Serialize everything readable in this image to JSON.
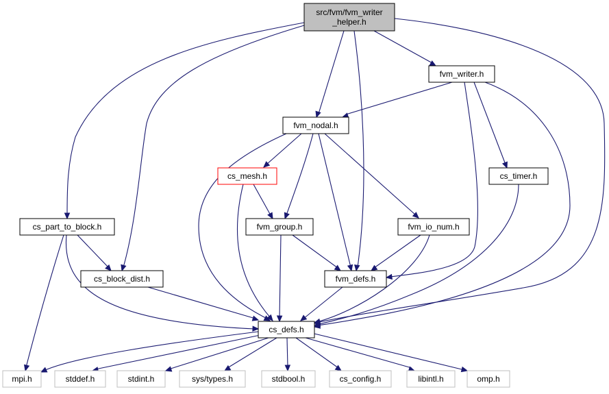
{
  "graph": {
    "nodes": {
      "root": {
        "lines": [
          "src/fvm/fvm_writer",
          "_helper.h"
        ]
      },
      "fvm_writer": {
        "lines": [
          "fvm_writer.h"
        ]
      },
      "fvm_nodal": {
        "lines": [
          "fvm_nodal.h"
        ]
      },
      "cs_mesh": {
        "lines": [
          "cs_mesh.h"
        ]
      },
      "cs_timer": {
        "lines": [
          "cs_timer.h"
        ]
      },
      "cs_part_to_block": {
        "lines": [
          "cs_part_to_block.h"
        ]
      },
      "fvm_group": {
        "lines": [
          "fvm_group.h"
        ]
      },
      "fvm_io_num": {
        "lines": [
          "fvm_io_num.h"
        ]
      },
      "cs_block_dist": {
        "lines": [
          "cs_block_dist.h"
        ]
      },
      "fvm_defs": {
        "lines": [
          "fvm_defs.h"
        ]
      },
      "cs_defs": {
        "lines": [
          "cs_defs.h"
        ]
      },
      "mpi": {
        "lines": [
          "mpi.h"
        ]
      },
      "stddef": {
        "lines": [
          "stddef.h"
        ]
      },
      "stdint": {
        "lines": [
          "stdint.h"
        ]
      },
      "sys_types": {
        "lines": [
          "sys/types.h"
        ]
      },
      "stdbool": {
        "lines": [
          "stdbool.h"
        ]
      },
      "cs_config": {
        "lines": [
          "cs_config.h"
        ]
      },
      "libintl": {
        "lines": [
          "libintl.h"
        ]
      },
      "omp": {
        "lines": [
          "omp.h"
        ]
      }
    }
  }
}
